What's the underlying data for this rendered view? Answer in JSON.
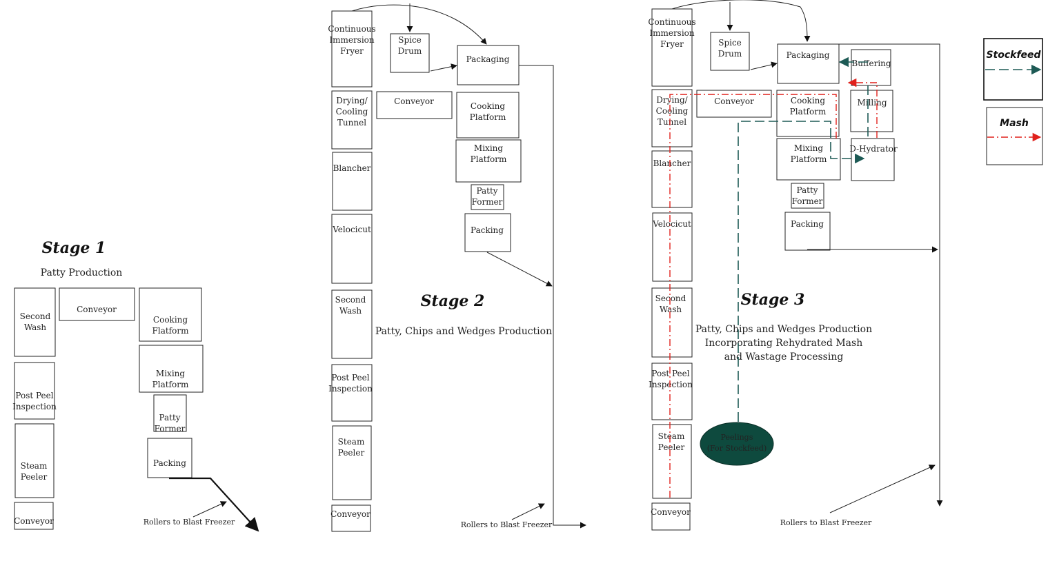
{
  "colors": {
    "stroke": "#222222",
    "stockfeed": "#1d5a55",
    "mash": "#e0211c",
    "peelings_fill": "#0e4a3e",
    "peelings_text": "#e6e05a"
  },
  "stage1": {
    "title": "Stage 1",
    "subtitle": "Patty Production",
    "boxes": {
      "second_wash": [
        "Second",
        "Wash"
      ],
      "conveyor_top": [
        "Conveyor"
      ],
      "cooking": [
        "Cooking",
        "Flatform"
      ],
      "post_peel": [
        "Post Peel",
        "Inspection"
      ],
      "mixing": [
        "Mixing",
        "Platform"
      ],
      "patty_former": [
        "Patty",
        "Former"
      ],
      "steam_peeler": [
        "Steam",
        "Peeler"
      ],
      "packing": [
        "Packing"
      ],
      "conveyor_bottom": [
        "Conveyor"
      ]
    },
    "rollers": "Rollers to Blast Freezer"
  },
  "stage2": {
    "title": "Stage 2",
    "subtitle": "Patty, Chips and Wedges Production",
    "boxes": {
      "fryer": [
        "Continuous",
        "Immersion",
        "Fryer"
      ],
      "spice_drum": [
        "Spice",
        "Drum"
      ],
      "packaging": [
        "Packaging"
      ],
      "drying": [
        "Drying/",
        "Cooling",
        "Tunnel"
      ],
      "conveyor_top": [
        "Conveyor"
      ],
      "cooking": [
        "Cooking",
        "Platform"
      ],
      "mixing": [
        "Mixing",
        "Platform"
      ],
      "patty_former": [
        "Patty",
        "Former"
      ],
      "blancher": [
        "Blancher"
      ],
      "packing": [
        "Packing"
      ],
      "velocicut": [
        "Velocicut"
      ],
      "second_wash": [
        "Second",
        "Wash"
      ],
      "post_peel": [
        "Post Peel",
        "Inspection"
      ],
      "steam_peeler": [
        "Steam",
        "Peeler"
      ],
      "conveyor_bottom": [
        "Conveyor"
      ]
    },
    "rollers": "Rollers to Blast Freezer"
  },
  "stage3": {
    "title": "Stage 3",
    "subtitle": [
      "Patty, Chips and Wedges Production",
      "Incorporating Rehydrated Mash",
      "and Wastage Processing"
    ],
    "boxes": {
      "fryer": [
        "Continuous",
        "Immersion",
        "Fryer"
      ],
      "spice_drum": [
        "Spice",
        "Drum"
      ],
      "packaging": [
        "Packaging"
      ],
      "buffering": [
        "Buffering"
      ],
      "drying": [
        "Drying/",
        "Cooling",
        "Tunnel"
      ],
      "conveyor_top": [
        "Conveyor"
      ],
      "cooking": [
        "Cooking",
        "Platform"
      ],
      "milling": [
        "Milling"
      ],
      "mixing": [
        "Mixing",
        "Platform"
      ],
      "dhydrator": [
        "D-Hydrator"
      ],
      "blancher": [
        "Blancher"
      ],
      "patty_former": [
        "Patty",
        "Former"
      ],
      "packing": [
        "Packing"
      ],
      "velocicut": [
        "Velocicut"
      ],
      "second_wash": [
        "Second",
        "Wash"
      ],
      "post_peel": [
        "Post Peel",
        "Inspection"
      ],
      "steam_peeler": [
        "Steam",
        "Peeler"
      ],
      "conveyor_bottom": [
        "Conveyor"
      ]
    },
    "peelings": [
      "Peelings",
      "(For Stockfeed)"
    ],
    "rollers": "Rollers to Blast Freezer"
  },
  "legend": {
    "stockfeed": "Stockfeed",
    "mash": "Mash"
  }
}
